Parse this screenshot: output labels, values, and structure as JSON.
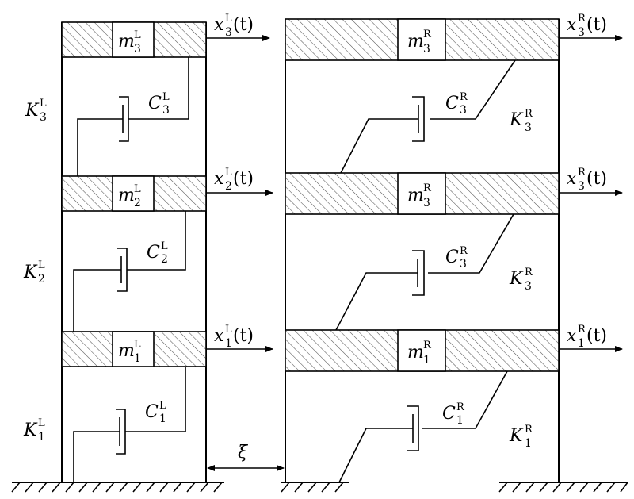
{
  "left_building": {
    "masses": [
      {
        "symbol": "m",
        "sup": "L",
        "sub": "3"
      },
      {
        "symbol": "m",
        "sup": "L",
        "sub": "2"
      },
      {
        "symbol": "m",
        "sup": "L",
        "sub": "1"
      }
    ],
    "dampers": [
      {
        "symbol": "C",
        "sup": "L",
        "sub": "3"
      },
      {
        "symbol": "C",
        "sup": "L",
        "sub": "2"
      },
      {
        "symbol": "C",
        "sup": "L",
        "sub": "1"
      }
    ],
    "springs": [
      {
        "symbol": "K",
        "sup": "L",
        "sub": "3"
      },
      {
        "symbol": "K",
        "sup": "L",
        "sub": "2"
      },
      {
        "symbol": "K",
        "sup": "L",
        "sub": "1"
      }
    ],
    "displacements": [
      {
        "symbol": "x",
        "sup": "L",
        "sub": "3",
        "arg": "(t)"
      },
      {
        "symbol": "x",
        "sup": "L",
        "sub": "2",
        "arg": "(t)"
      },
      {
        "symbol": "x",
        "sup": "L",
        "sub": "1",
        "arg": "(t)"
      }
    ]
  },
  "right_building": {
    "masses": [
      {
        "symbol": "m",
        "sup": "R",
        "sub": "3"
      },
      {
        "symbol": "m",
        "sup": "R",
        "sub": "3"
      },
      {
        "symbol": "m",
        "sup": "R",
        "sub": "1"
      }
    ],
    "dampers": [
      {
        "symbol": "C",
        "sup": "R",
        "sub": "3"
      },
      {
        "symbol": "C",
        "sup": "R",
        "sub": "3"
      },
      {
        "symbol": "C",
        "sup": "R",
        "sub": "1"
      }
    ],
    "springs": [
      {
        "symbol": "K",
        "sup": "R",
        "sub": "3"
      },
      {
        "symbol": "K",
        "sup": "R",
        "sub": "3"
      },
      {
        "symbol": "K",
        "sup": "R",
        "sub": "1"
      }
    ],
    "displacements": [
      {
        "symbol": "x",
        "sup": "R",
        "sub": "3",
        "arg": "(t)"
      },
      {
        "symbol": "x",
        "sup": "R",
        "sub": "3",
        "arg": "(t)"
      },
      {
        "symbol": "x",
        "sup": "R",
        "sub": "1",
        "arg": "(t)"
      }
    ]
  },
  "gap": {
    "symbol": "ξ"
  }
}
